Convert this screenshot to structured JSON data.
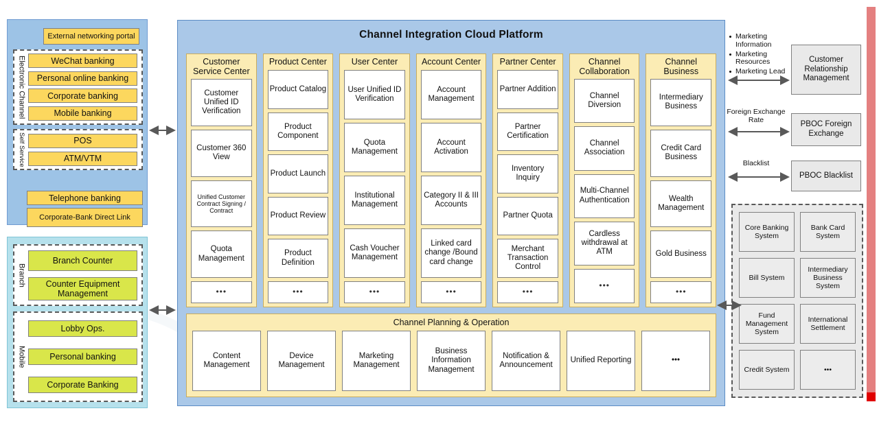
{
  "watermark": {
    "text": "C"
  },
  "left_electronic": {
    "top_chip": "External networking portal",
    "groups": [
      {
        "label": "Electronic Channel",
        "items": [
          "WeChat banking",
          "Personal online banking",
          "Corporate banking",
          "Mobile banking"
        ]
      },
      {
        "label": "Self Service",
        "items": [
          "POS",
          "ATM/VTM"
        ]
      }
    ],
    "bottom_chips": [
      "Telephone banking",
      "Corporate-Bank Direct Link"
    ]
  },
  "left_branch": {
    "groups": [
      {
        "label": "Branch",
        "items": [
          "Branch Counter",
          "Counter Equipment Management"
        ]
      },
      {
        "label": "Mobile",
        "items": [
          "Lobby Ops.",
          "Personal banking",
          "Corporate Banking"
        ]
      }
    ]
  },
  "platform": {
    "title": "Channel Integration Cloud Platform",
    "columns": [
      {
        "title": "Customer Service Center",
        "items": [
          "Customer Unified ID Verification",
          "Customer 360 View",
          "Unified Customer Contract Signing /  Contract",
          "Quota Management"
        ],
        "small_index": 2,
        "dots": "•••"
      },
      {
        "title": "Product Center",
        "items": [
          "Product Catalog",
          "Product Component",
          "Product Launch",
          "Product Review",
          "Product Definition"
        ],
        "dots": "•••"
      },
      {
        "title": "User Center",
        "items": [
          "User Unified ID Verification",
          "Quota Management",
          "Institutional Management",
          "Cash Voucher Management"
        ],
        "dots": "•••"
      },
      {
        "title": "Account Center",
        "items": [
          "Account Management",
          "Account Activation",
          "Category II & III Accounts",
          "Linked card change /Bound card change"
        ],
        "dots": "•••"
      },
      {
        "title": "Partner Center",
        "items": [
          "Partner Addition",
          "Partner Certification",
          "Inventory Inquiry",
          "Partner Quota",
          "Merchant Transaction Control"
        ],
        "dots": "•••"
      },
      {
        "title": "Channel Collaboration",
        "items": [
          "Channel Diversion",
          "Channel Association",
          "Multi-Channel Authentication",
          "Cardless withdrawal at ATM"
        ],
        "dots": "•••"
      },
      {
        "title": "Channel Business",
        "items": [
          "Intermediary Business",
          "Credit Card Business",
          "Wealth Management",
          "Gold Business"
        ],
        "dots": "•••"
      }
    ],
    "planning": {
      "title": "Channel Planning & Operation",
      "items": [
        "Content Management",
        "Device Management",
        "Marketing Management",
        "Business Information Management",
        "Notification & Announcement",
        "Unified Reporting",
        "•••"
      ]
    }
  },
  "right": {
    "bullets": [
      "Marketing Information",
      "Marketing Resources",
      "Marketing Lead"
    ],
    "flows": [
      {
        "label": "Foreign Exchange Rate"
      },
      {
        "label": "Blacklist"
      }
    ],
    "systems": [
      "Customer Relationship Management",
      "PBOC Foreign Exchange",
      "PBOC Blacklist"
    ],
    "backends": [
      "Core Banking System",
      "Bank Card System",
      "Bill System",
      "Intermediary Business System",
      "Fund Management System",
      "International Settlement",
      "Credit System",
      "•••"
    ]
  },
  "colors": {
    "platform_bg": "#aac8e8",
    "column_bg": "#fbecb4",
    "chip_yellow": "#fcd75e",
    "chip_green": "#d9e64a",
    "channel_blue": "#9dc3e6",
    "branch_cyan": "#b6e1ec",
    "external_gray": "#e9e9e9",
    "accent_red": "#e48080"
  }
}
